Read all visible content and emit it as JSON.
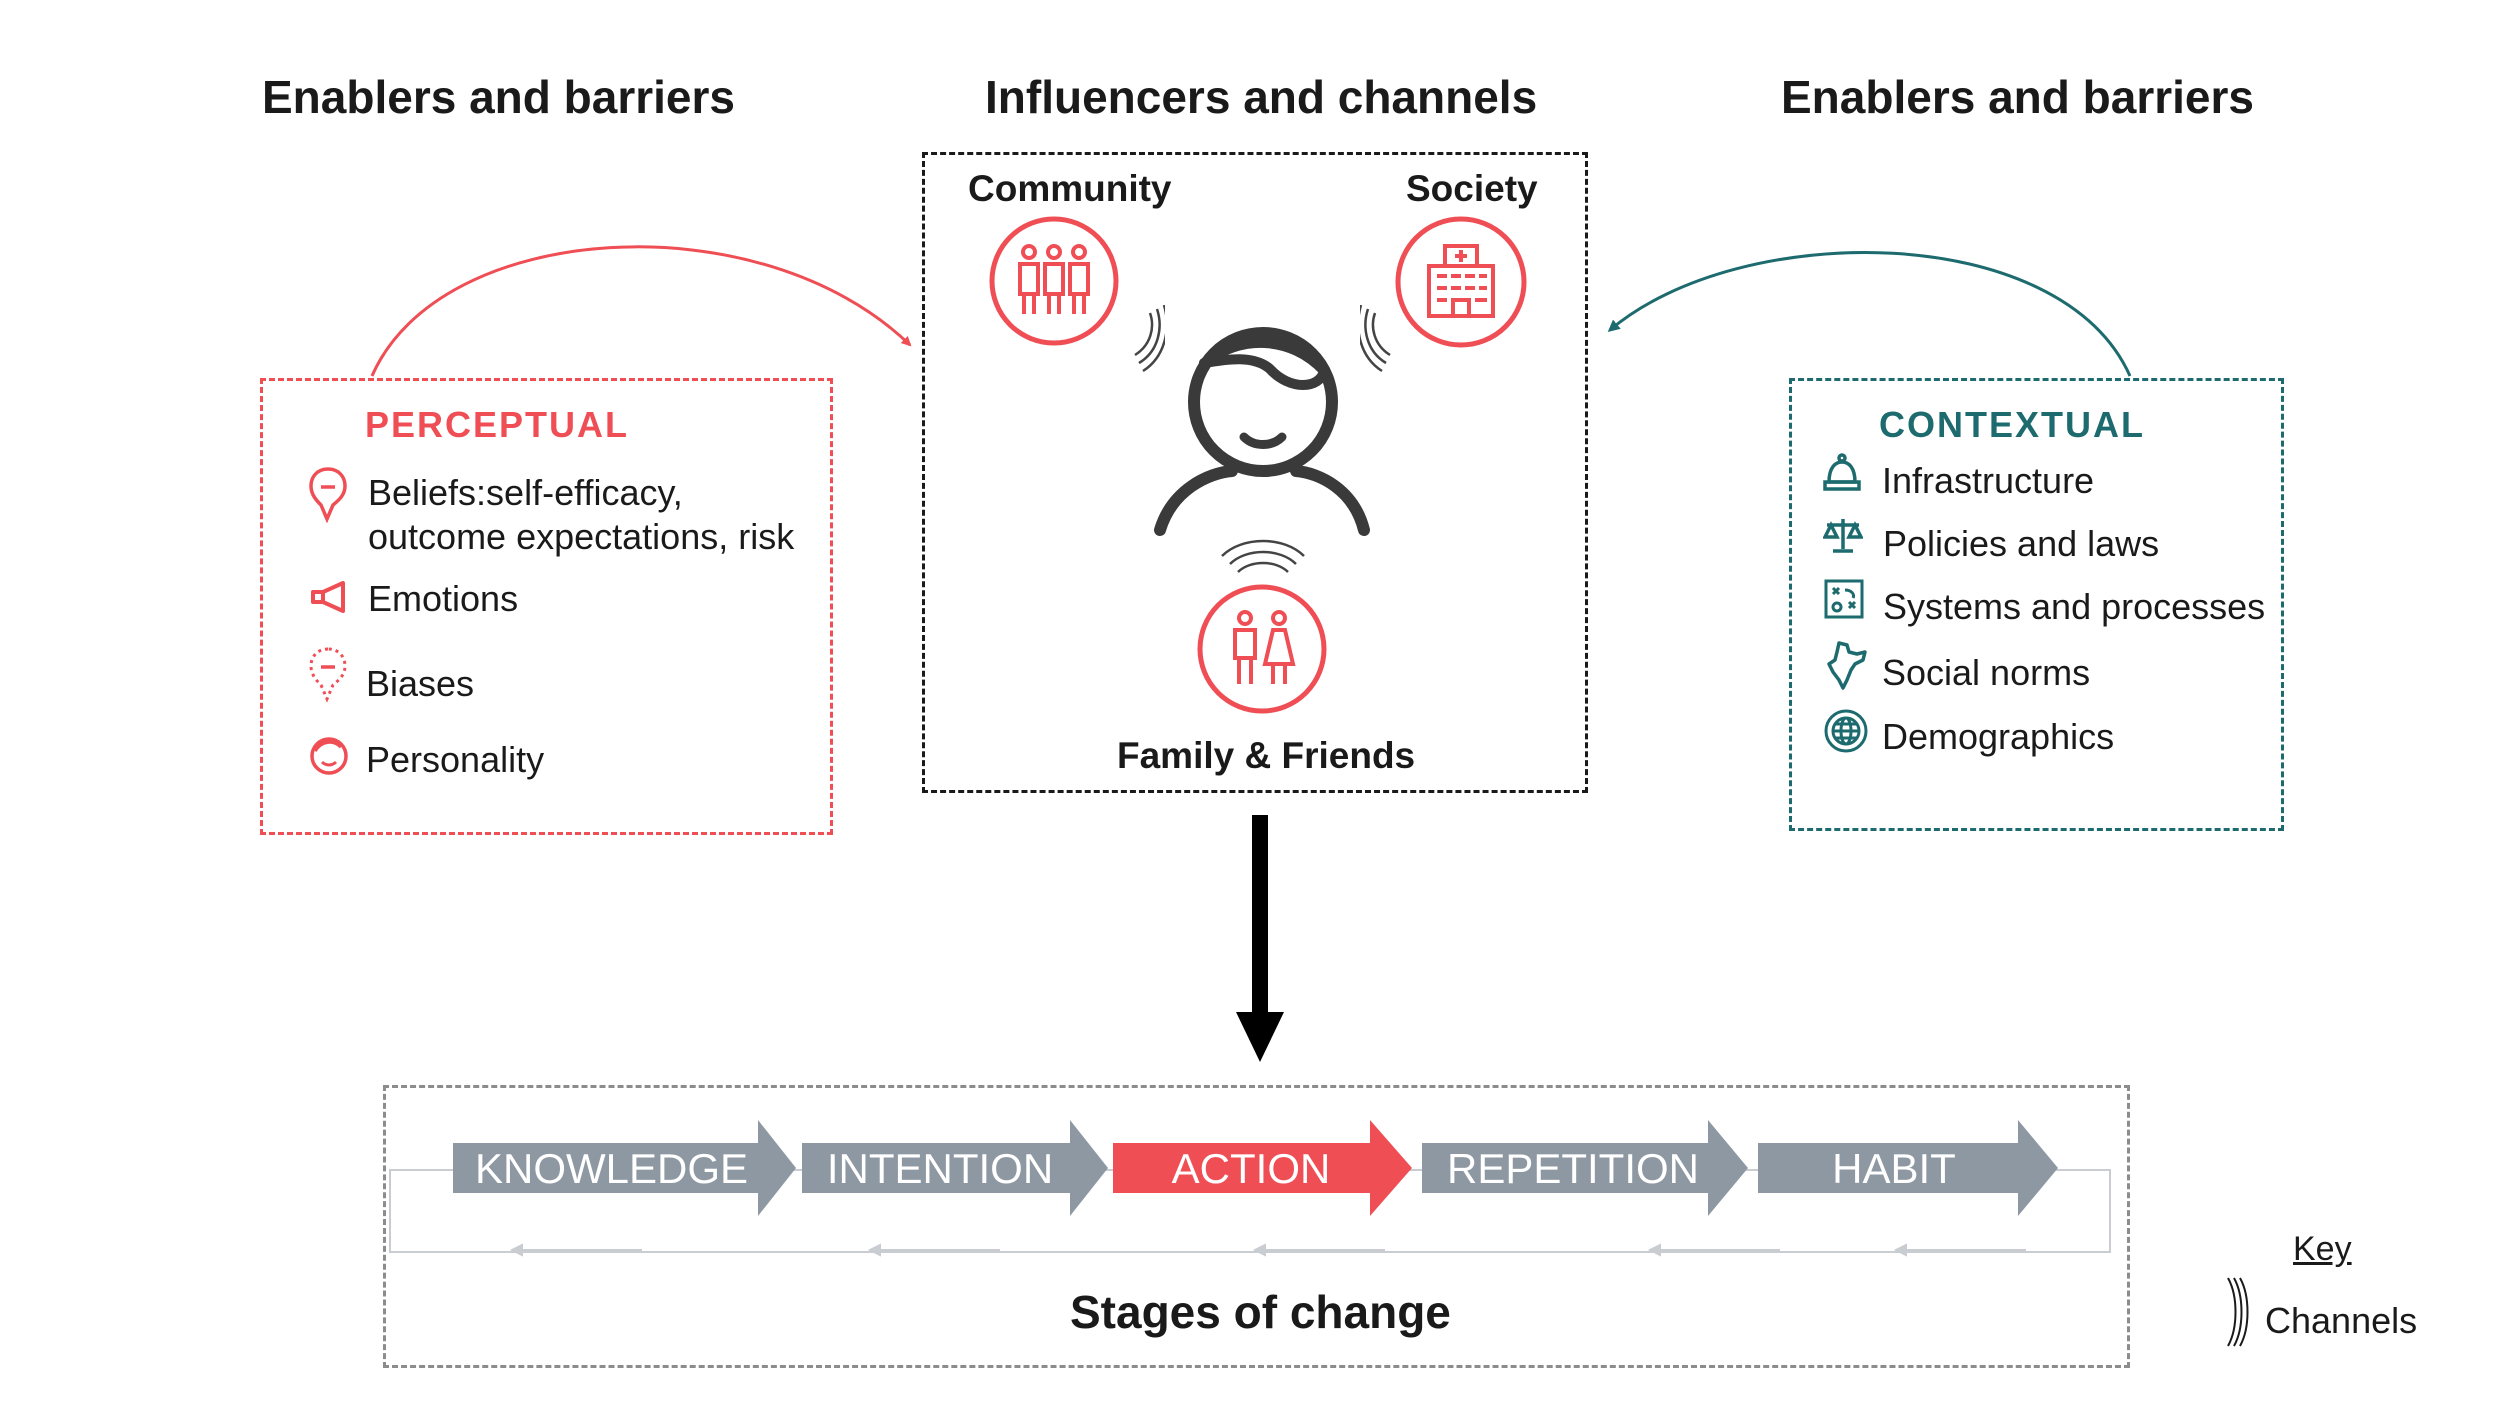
{
  "headings": {
    "left": "Enablers and barriers",
    "center": "Influencers and channels",
    "right": "Enablers and barriers"
  },
  "influencers": {
    "community": "Community",
    "society": "Society",
    "family": "Family & Friends"
  },
  "perceptual": {
    "title": "PERCEPTUAL",
    "items": [
      {
        "line1": "Beliefs:self-efficacy,",
        "line2": "outcome expectations,  risk",
        "icon": "head-icon"
      },
      {
        "label": "Emotions",
        "icon": "megaphone-icon"
      },
      {
        "label": "Biases",
        "icon": "dotted-head-icon"
      },
      {
        "label": "Personality",
        "icon": "face-icon"
      }
    ]
  },
  "contextual": {
    "title": "CONTEXTUAL",
    "items": [
      {
        "label": "Infrastructure",
        "icon": "bell-icon"
      },
      {
        "label": "Policies and laws",
        "icon": "scales-icon"
      },
      {
        "label": "Systems and processes",
        "icon": "strategy-board-icon"
      },
      {
        "label": "Social norms",
        "icon": "map-icon"
      },
      {
        "label": "Demographics",
        "icon": "globe-icon"
      }
    ]
  },
  "stages": {
    "items": [
      "KNOWLEDGE",
      "INTENTION",
      "ACTION",
      "REPETITION",
      "HABIT"
    ],
    "title": "Stages of change",
    "active_index": 2
  },
  "key": {
    "title": "Key",
    "channels": "Channels"
  },
  "colors": {
    "red": "#ef4e55",
    "teal": "#1d6b6e",
    "gray_stage": "#8e98a3",
    "dark": "#1a1a1a"
  }
}
